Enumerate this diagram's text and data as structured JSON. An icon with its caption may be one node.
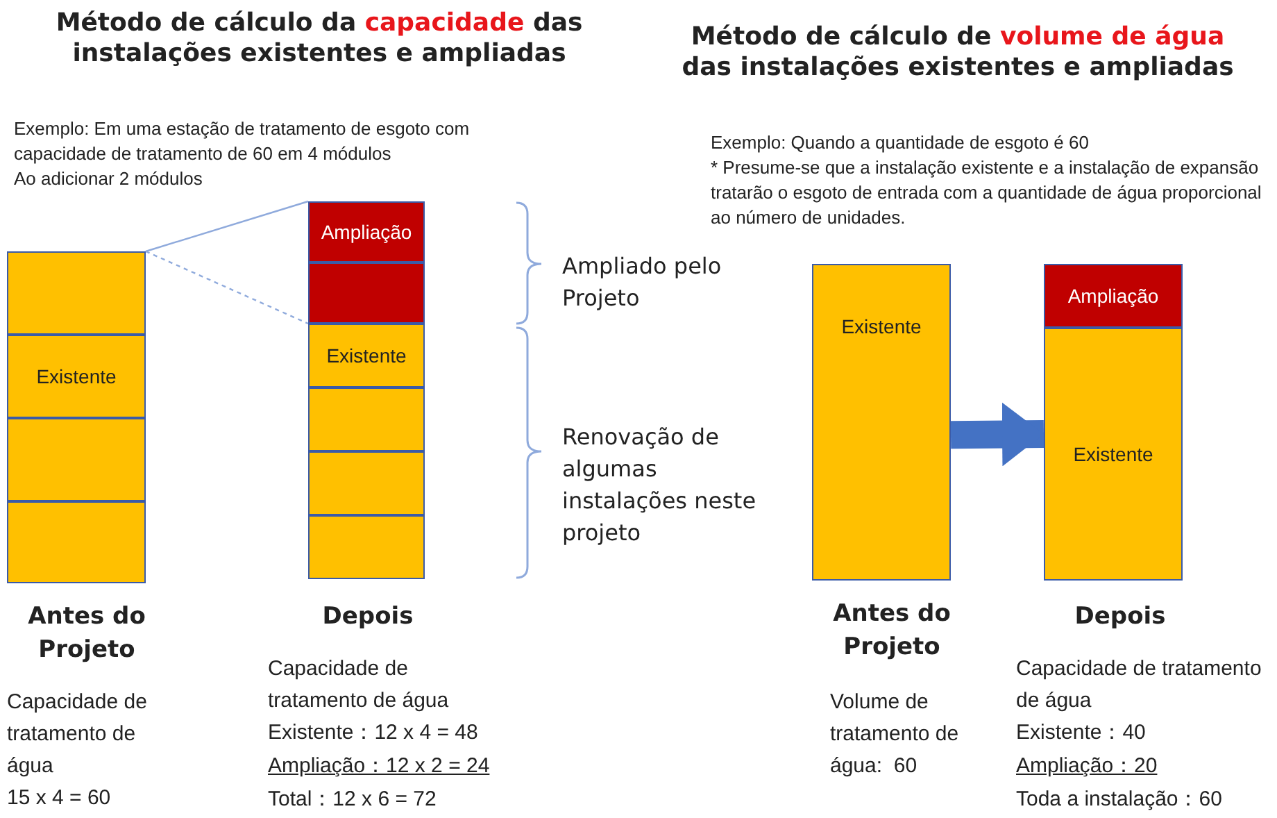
{
  "diagram": {
    "nodes": [
      {
        "text": [],
        "shape": "box"
      },
      {
        "text": [
          "Existente"
        ]
      },
      {
        "text": [],
        "shape": "box"
      },
      {
        "text": [],
        "shape": "box"
      },
      {
        "text": [
          "Ampliação"
        ]
      },
      {
        "text": [],
        "shape": "box"
      },
      {
        "text": [
          "Existente"
        ]
      },
      {
        "text": [],
        "shape": "box"
      },
      {
        "text": [],
        "shape": "box"
      },
      {
        "text": [],
        "shape": "box"
      },
      {
        "text": [
          "Existente"
        ]
      },
      {
        "text": [
          "Ampliação"
        ]
      },
      {
        "text": [
          "Existente"
        ]
      }
    ],
    "edges": [
      {
        "from": 0,
        "to": 4,
        "arrow": "none"
      },
      {
        "from": 0,
        "to": 5,
        "arrow": "none",
        "style": "dashed"
      },
      {
        "from": 10,
        "to": 12,
        "arrow": "to",
        "style": "thick",
        "color": "#4472c4"
      }
    ],
    "labels": [
      "Método de cálculo da **capacidade** das instalações existentes e ampliadas",
      "Exemplo: Em uma estação de tratamento de esgoto com capacidade de tratamento de 60 em 4 módulos",
      "Ao adicionar 2 módulos",
      "Método de cálculo de **volume de água** das instalações existentes e ampliadas",
      "Exemplo: Quando a quantidade de esgoto é 60",
      "* Presume-se que a instalação existente e a instalação de expansão tratarão o esgoto de entrada com a quantidade de água proporcional ao número de unidades.",
      "Ampliado pelo Projeto",
      "Renovação de algumas instalações neste projeto",
      "Antes do Projeto",
      "Capacidade de tratamento de água",
      "15 x 4 = 60",
      "Depois",
      "Capacidade de tratamento de água",
      "Existente：12 x 4 = 48",
      "Ampliação：12 x 2 = 24",
      "Total：12 x 6 = 72",
      "Antes do Projeto",
      "Volume de tratamento de água:  60",
      "Depois",
      "Capacidade de tratamento de água",
      "Existente：40",
      "Ampliação：20",
      "Toda a instalação：60"
    ]
  }
}
